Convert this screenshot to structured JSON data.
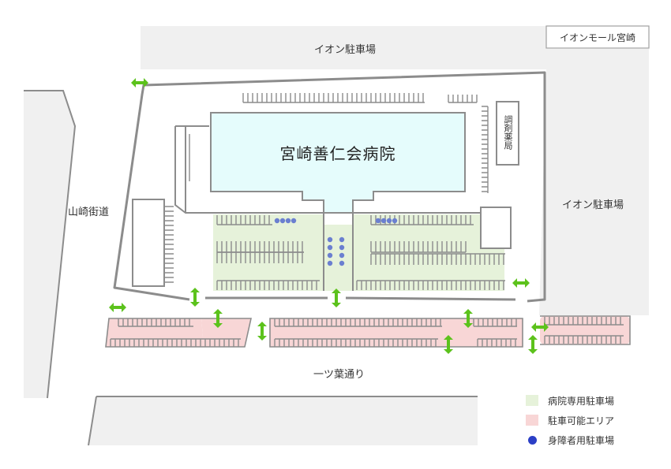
{
  "map": {
    "aeon_parking_top": "イオン駐車場",
    "aeon_parking_right": "イオン駐車場",
    "aeon_mall": "イオンモール宮崎",
    "street_left": "山崎街道",
    "street_bottom": "一ツ葉通り",
    "hospital": "宮崎善仁会病院",
    "pharmacy": "調剤薬局"
  },
  "legend": {
    "items": [
      {
        "label": "病院専用駐車場",
        "color": "#e6f2da"
      },
      {
        "label": "駐車可能エリア",
        "color": "#f8d6d6"
      },
      {
        "label": "身障者用駐車場",
        "color": "#2b3fc6"
      }
    ]
  },
  "colors": {
    "ground": "#f0f0f0",
    "road_line": "#8c8c8c",
    "building_fill": "#e5fcfc",
    "hospital_parking": "#e6f2da",
    "public_parking": "#f8d6d6",
    "disabled_marker": "#6b7fd0",
    "entrance_arrow": "#5cc21c"
  }
}
